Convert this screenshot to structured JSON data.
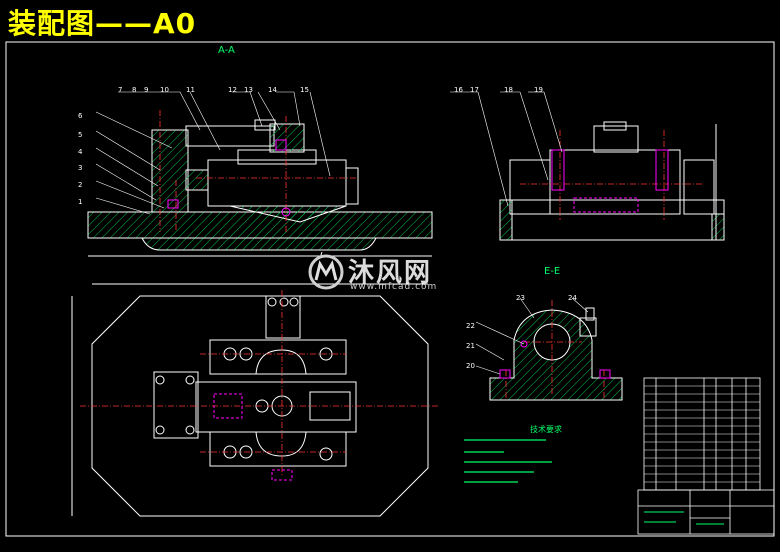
{
  "title": "装配图——A0",
  "views": {
    "section_aa": "A-A",
    "section_bb": "E-E"
  },
  "watermark": {
    "text": "沐风网",
    "url": "www.mfcad.com"
  },
  "notes_title": "技术要求",
  "part_numbers": [
    "1",
    "2",
    "3",
    "4",
    "5",
    "6",
    "7",
    "8",
    "9",
    "10",
    "11",
    "12",
    "13",
    "14",
    "15",
    "16",
    "17",
    "18",
    "19",
    "20",
    "21",
    "22",
    "23",
    "24"
  ],
  "colors": {
    "outline": "#ffffff",
    "hatch": "#00ff66",
    "center": "#ff3333",
    "highlight": "#ff00ff",
    "title_text": "#ffff00"
  }
}
